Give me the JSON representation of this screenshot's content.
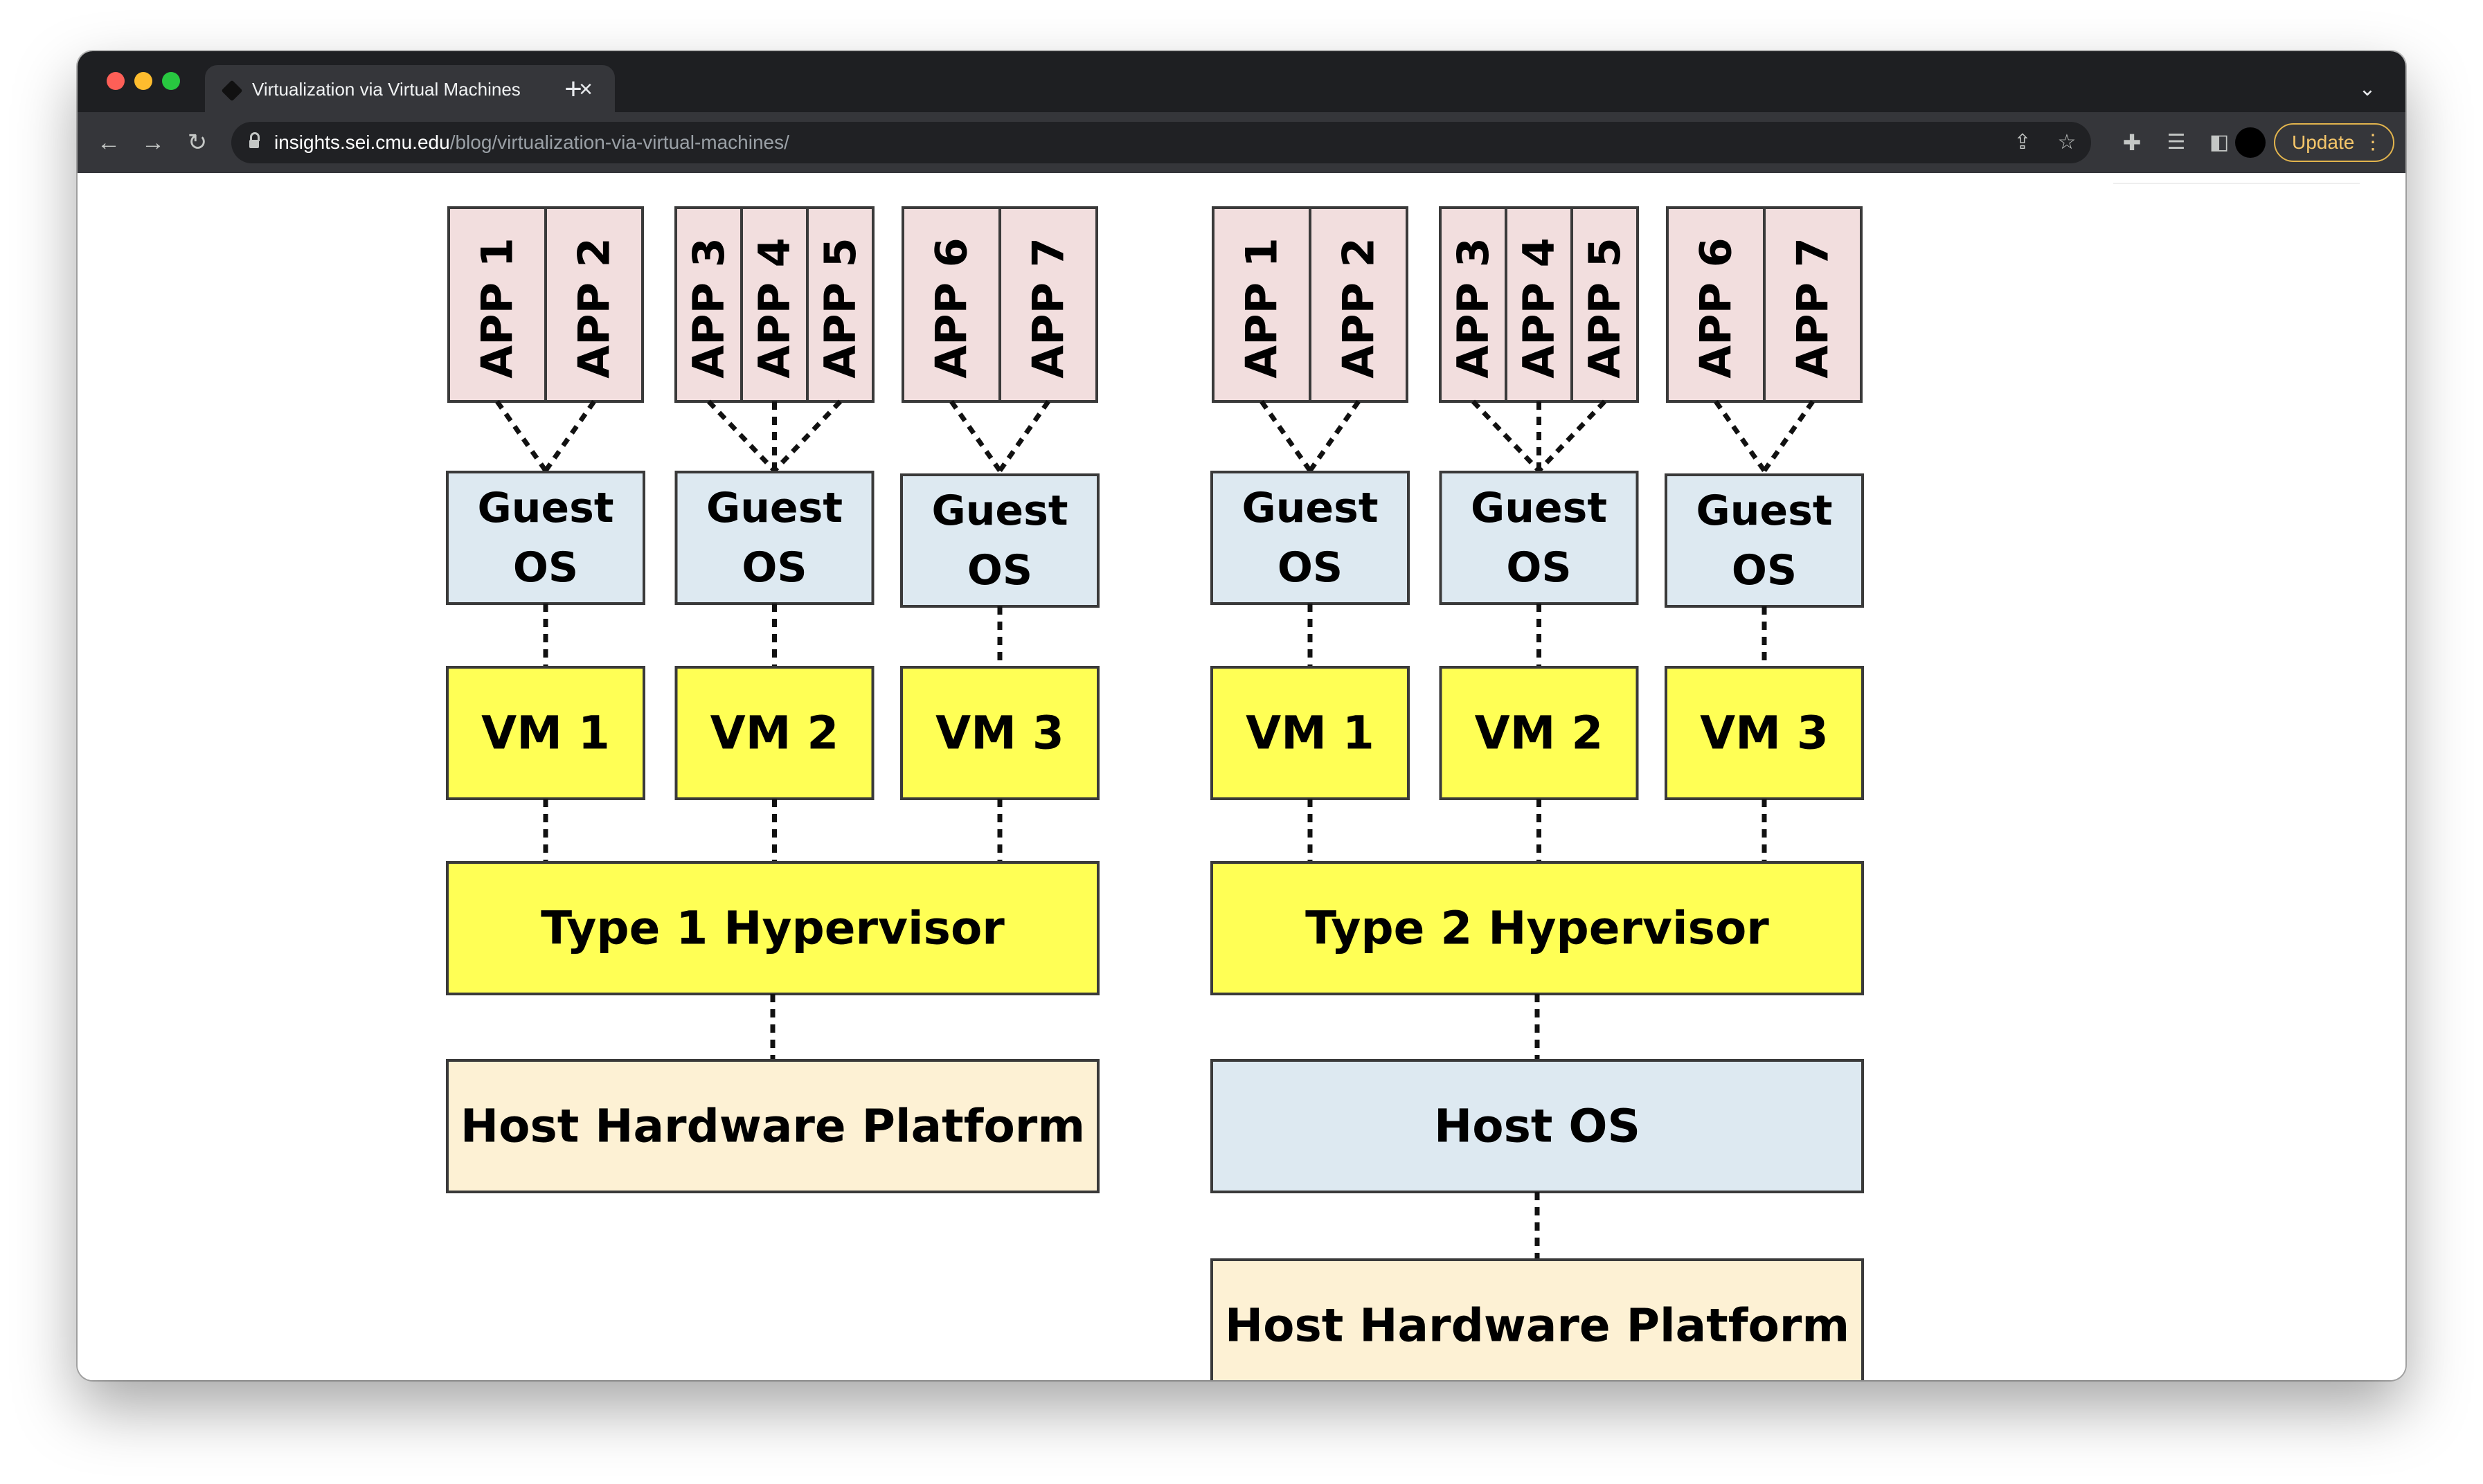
{
  "browser": {
    "tab_title": "Virtualization via Virtual Machines",
    "new_tab_symbol": "+",
    "close_symbol": "×",
    "url_host": "insights.sei.cmu.edu",
    "url_path": "/blog/virtualization-via-virtual-machines/",
    "update_label": "Update",
    "icons": {
      "back": "arrow-left-icon",
      "forward": "arrow-right-icon",
      "reload": "reload-icon",
      "lock": "lock-icon",
      "share": "share-icon",
      "bookmark": "star-icon",
      "extensions": "puzzle-icon",
      "media": "media-queue-icon",
      "side_panel": "side-panel-icon",
      "profile": "avatar-icon",
      "menu": "kebab-menu-icon"
    },
    "traffic_lights": [
      "#fe5f57",
      "#febc2e",
      "#28c840"
    ]
  },
  "diagram": {
    "colors": {
      "app": "#f2dede",
      "guest_os": "#dde9f1",
      "vm": "#ffff55",
      "hypervisor": "#ffff55",
      "hardware": "#fdf1d4",
      "host_os": "#dde9f1"
    },
    "type1": {
      "app_groups": [
        [
          "APP 1",
          "APP 2"
        ],
        [
          "APP 3",
          "APP 4",
          "APP 5"
        ],
        [
          "APP 6",
          "APP 7"
        ]
      ],
      "guest_os": [
        "Guest OS",
        "Guest OS",
        "Guest OS"
      ],
      "vms": [
        "VM 1",
        "VM 2",
        "VM 3"
      ],
      "hypervisor": "Type 1 Hypervisor",
      "hardware": "Host Hardware Platform"
    },
    "type2": {
      "app_groups": [
        [
          "APP 1",
          "APP 2"
        ],
        [
          "APP 3",
          "APP 4",
          "APP 5"
        ],
        [
          "APP 6",
          "APP 7"
        ]
      ],
      "guest_os": [
        "Guest OS",
        "Guest OS",
        "Guest OS"
      ],
      "vms": [
        "VM 1",
        "VM 2",
        "VM 3"
      ],
      "hypervisor": "Type 2 Hypervisor",
      "host_os": "Host OS",
      "hardware": "Host Hardware Platform"
    }
  }
}
